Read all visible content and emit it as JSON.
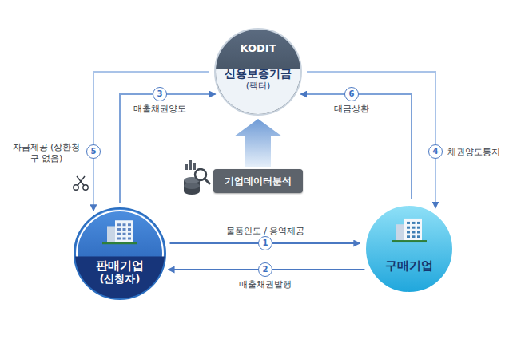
{
  "diagram": {
    "nodes": [
      {
        "text": [
          "KODIT",
          "신용보증기금",
          "(팩터)"
        ]
      },
      {
        "text": [
          "기업데이터분석"
        ]
      },
      {
        "text": [
          "판매기업",
          "(신청자)"
        ]
      },
      {
        "text": [
          "구매기업"
        ]
      }
    ],
    "edges": [
      {
        "from": 2,
        "to": 3,
        "label": "물품인도 / 용역제공",
        "arrow": "to"
      },
      {
        "from": 3,
        "to": 2,
        "label": "매출채권발행",
        "arrow": "to"
      },
      {
        "from": 2,
        "to": 0,
        "label": "매출채권양도",
        "arrow": "to"
      },
      {
        "from": 0,
        "to": 3,
        "label": "채권양도통지",
        "arrow": "to"
      },
      {
        "from": 0,
        "to": 2,
        "label": "자금제공 (상환청구 없음)",
        "arrow": "to"
      },
      {
        "from": 3,
        "to": 0,
        "label": "대금상환",
        "arrow": "to"
      },
      {
        "from": 1,
        "to": 0,
        "arrow": "to"
      }
    ],
    "labels": [
      "1",
      "2",
      "3",
      "4",
      "5",
      "6"
    ]
  }
}
